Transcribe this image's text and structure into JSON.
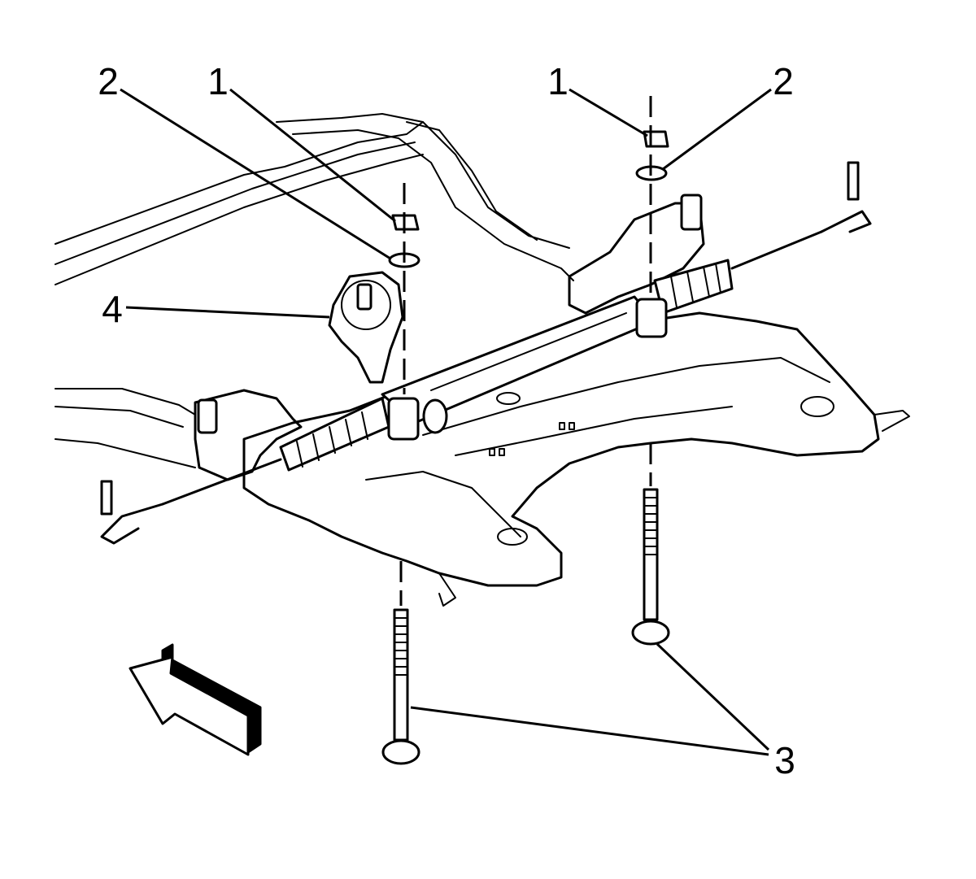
{
  "callouts": {
    "nut_left": "1",
    "washer_left": "2",
    "nut_right": "1",
    "washer_right": "2",
    "bolts": "3",
    "steering_gear": "4"
  },
  "icons": {
    "direction_arrow": "front-direction-arrow-icon"
  },
  "colors": {
    "line": "#000000",
    "background": "#ffffff"
  }
}
